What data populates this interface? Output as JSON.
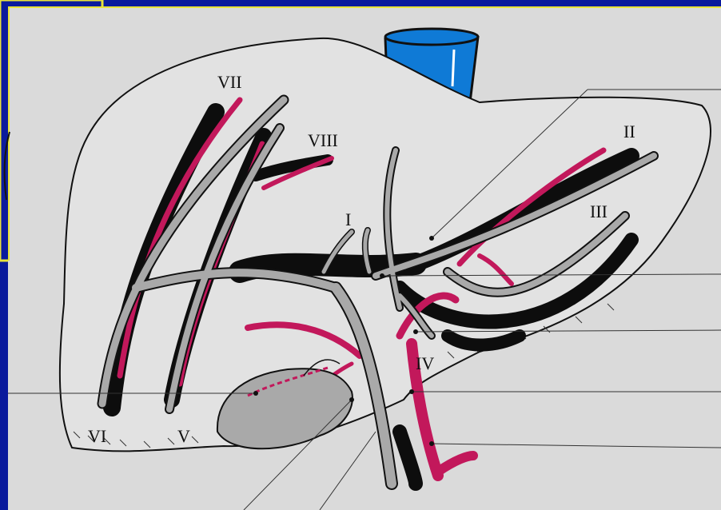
{
  "colors": {
    "frame_blue": "#0a1a9c",
    "frame_yellow": "#e8e23a",
    "panel_grey": "#dadada",
    "portal_grey": "#a9a9a9",
    "hepatic_vein_black": "#0d0d0d",
    "artery_red": "#c2185b",
    "vena_cava_blue": "#0f7ad6"
  },
  "segments": {
    "I": "I",
    "II": "II",
    "III": "III",
    "IV": "IV",
    "V": "V",
    "VI": "VI",
    "VII": "VII",
    "VIII": "VIII"
  }
}
